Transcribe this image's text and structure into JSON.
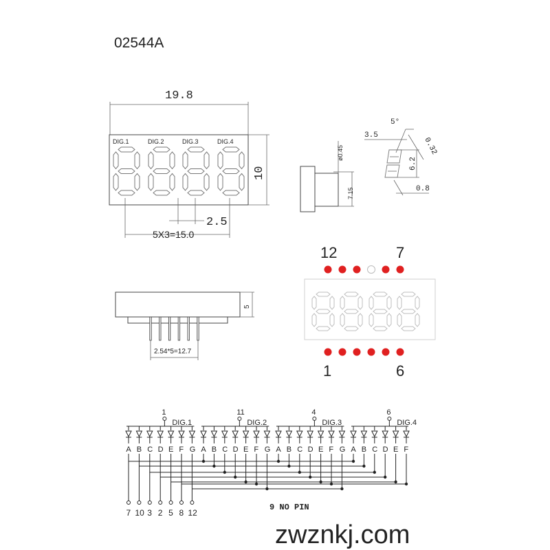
{
  "title": "02544A",
  "front": {
    "width": "19.8",
    "height": "10",
    "digits": [
      "DIG.1",
      "DIG.2",
      "DIG.3",
      "DIG.4"
    ],
    "pitch": "2.5",
    "span": "5X3=15.0"
  },
  "side": {
    "pin_dia": "ø0.45",
    "depth": "7.15"
  },
  "segment": {
    "tilt": "5°",
    "length": "3.5",
    "stroke": "0.32",
    "height": "6.2",
    "width": "0.8"
  },
  "bottom": {
    "height": "5",
    "pin_span": "2.54*5=12.7"
  },
  "pins": {
    "top_left": "12",
    "top_right": "7",
    "bottom_left": "1",
    "bottom_right": "6",
    "top_colors": [
      "#e02020",
      "#e02020",
      "#e02020",
      "#ffffff",
      "#e02020",
      "#e02020"
    ],
    "bottom_colors": [
      "#e02020",
      "#e02020",
      "#e02020",
      "#e02020",
      "#e02020",
      "#e02020"
    ]
  },
  "schematic": {
    "commons": [
      {
        "pin": "1",
        "label": "DIG.1"
      },
      {
        "pin": "11",
        "label": "DIG.2"
      },
      {
        "pin": "4",
        "label": "DIG.3"
      },
      {
        "pin": "6",
        "label": "DIG.4"
      }
    ],
    "segments": [
      "A",
      "B",
      "C",
      "D",
      "E",
      "F",
      "G"
    ],
    "bottom_pins": [
      "7",
      "10",
      "3",
      "2",
      "5",
      "8",
      "12"
    ],
    "note": "9 NO PIN"
  },
  "watermark": "zwznkj.com"
}
